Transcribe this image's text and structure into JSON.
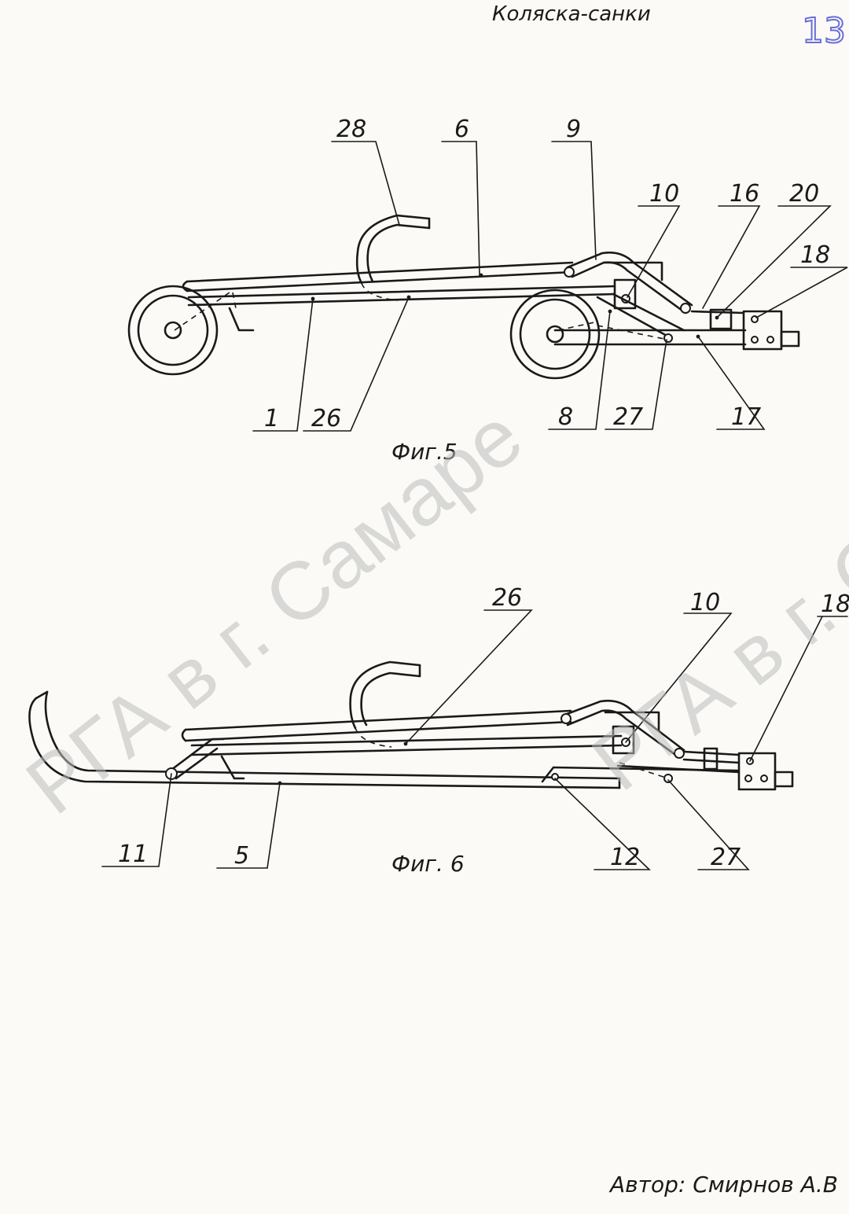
{
  "header": {
    "title": "Коляска-санки",
    "stamp": "13"
  },
  "watermark": {
    "text": "РГА в г. Самаре"
  },
  "figure5": {
    "caption": "Фиг.5",
    "labels": {
      "l28": "28",
      "l6": "6",
      "l9": "9",
      "l10": "10",
      "l16": "16",
      "l20": "20",
      "l18": "18",
      "l1": "1",
      "l26": "26",
      "l8": "8",
      "l27": "27",
      "l17": "17"
    }
  },
  "figure6": {
    "caption": "Фиг. 6",
    "labels": {
      "l26": "26",
      "l10": "10",
      "l18": "18",
      "l11": "11",
      "l5": "5",
      "l12": "12",
      "l27": "27"
    }
  },
  "author": {
    "text": "Автор: Смирнов А.В"
  }
}
